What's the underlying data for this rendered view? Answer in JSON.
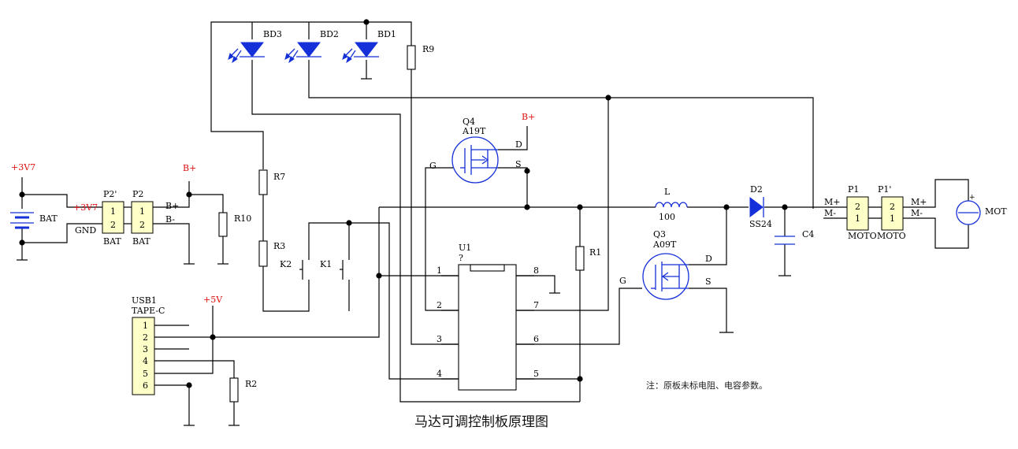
{
  "title": "马达可调控制板原理图",
  "note": "注：原板未标电阻、电容参数。",
  "labels": {
    "bd3": "BD3",
    "bd2": "BD2",
    "bd1": "BD1",
    "r9": "R9",
    "r7": "R7",
    "r3": "R3",
    "r10": "R10",
    "r1": "R1",
    "r2": "R2",
    "q4": "Q4",
    "q4_part": "A19T",
    "q3": "Q3",
    "q3_part": "A09T",
    "gate": "G",
    "drain": "D",
    "source": "S",
    "u1": "U1",
    "u1_val": "?",
    "k1": "K1",
    "k2": "K2",
    "inductor": "L",
    "inductor_val": "100",
    "d2": "D2",
    "d2_part": "SS24",
    "c4": "C4",
    "bat": "BAT",
    "bat_gnd": "GND",
    "p2p": "P2'",
    "p2": "P2",
    "p1": "P1",
    "p1p": "P1'",
    "moto": "MOTO",
    "mot": "MOT",
    "m_plus": "M+",
    "m_minus": "M-",
    "b_plus": "B+",
    "b_minus": "B-",
    "v3v7": "+3V7",
    "v5v": "+5V",
    "usb1": "USB1",
    "tape_c": "TAPE-C",
    "pin1": "1",
    "pin2": "2",
    "pin3": "3",
    "pin4": "4",
    "pin5": "5",
    "pin6": "6",
    "pin7": "7",
    "pin8": "8",
    "plus": "+"
  }
}
